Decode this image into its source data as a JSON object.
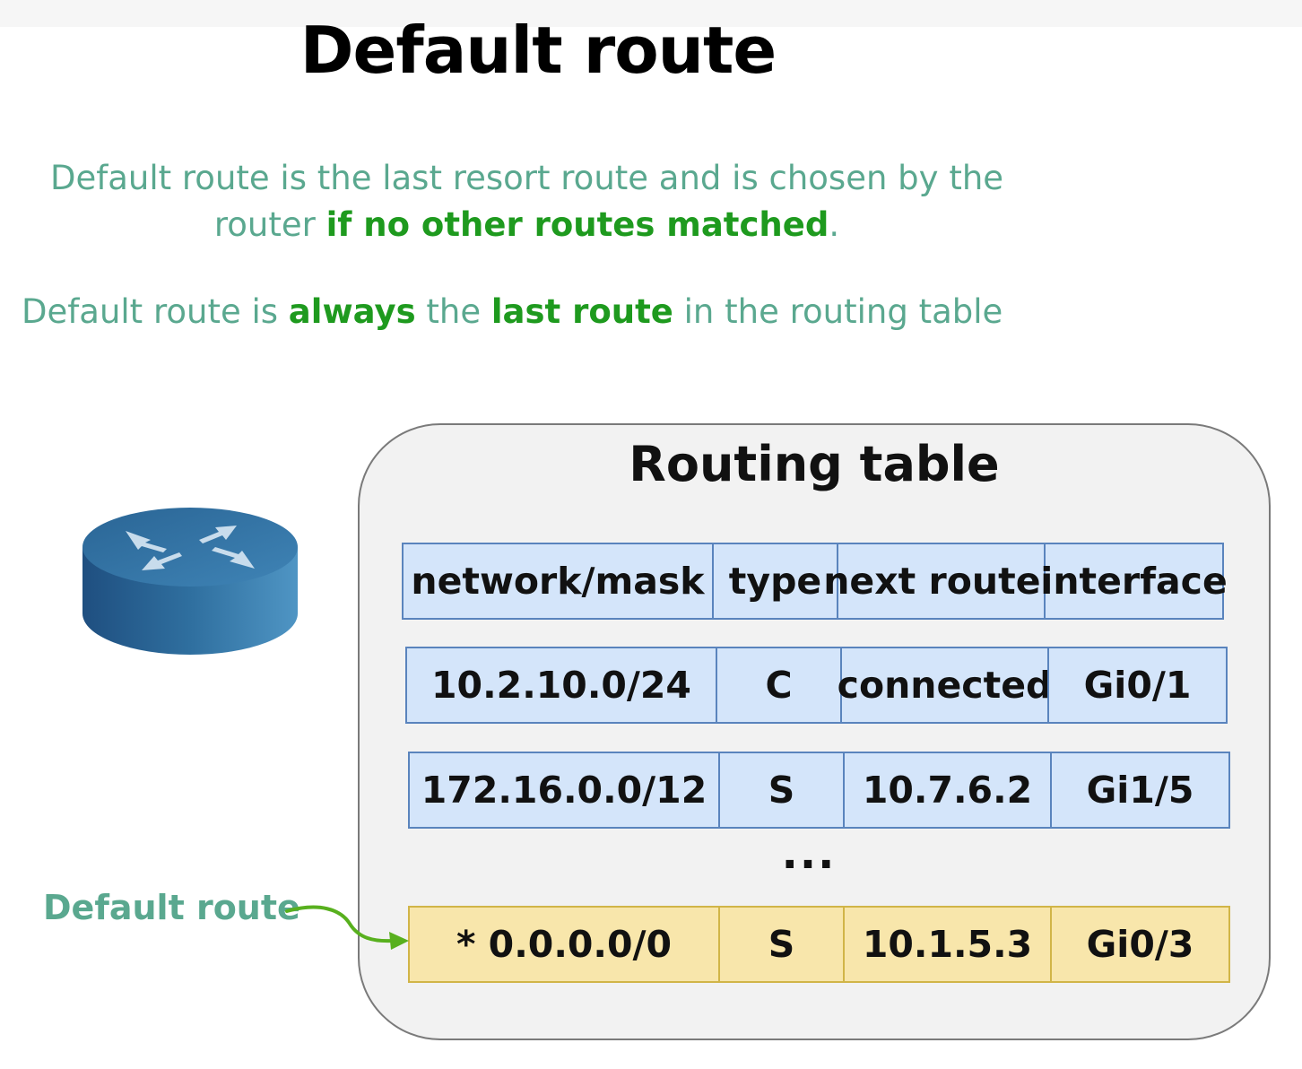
{
  "title": "Default route",
  "description_1": {
    "part1": "Default route is the last resort route and is chosen by the",
    "part2": "router ",
    "highlight": "if no other routes matched",
    "part3": "."
  },
  "description_2": {
    "part1": "Default route is ",
    "highlight1": "always",
    "part2": " the ",
    "highlight2": "last route",
    "part3": " in the routing table"
  },
  "routing_table": {
    "title": "Routing table",
    "columns": [
      "network/mask",
      "type",
      "next router",
      "interface"
    ],
    "rows": [
      [
        "10.2.10.0/24",
        "C",
        "connected",
        "Gi0/1"
      ],
      [
        "172.16.0.0/12",
        "S",
        "10.7.6.2",
        "Gi1/5"
      ]
    ],
    "ellipsis": "...",
    "default_row": [
      "* 0.0.0.0/0",
      "S",
      "10.1.5.3",
      "Gi0/3"
    ]
  },
  "default_route_label": "Default route",
  "colors": {
    "description_text": "#5aa88f",
    "highlight_text": "#1e9a1e",
    "row_fill": "#d4e5fa",
    "row_border": "#5a84bd",
    "default_row_fill": "#f8e6ab",
    "arrow": "#58b01e",
    "router_body": "#2f6f9f"
  },
  "icons": [
    "router-icon",
    "arrow-icon"
  ]
}
